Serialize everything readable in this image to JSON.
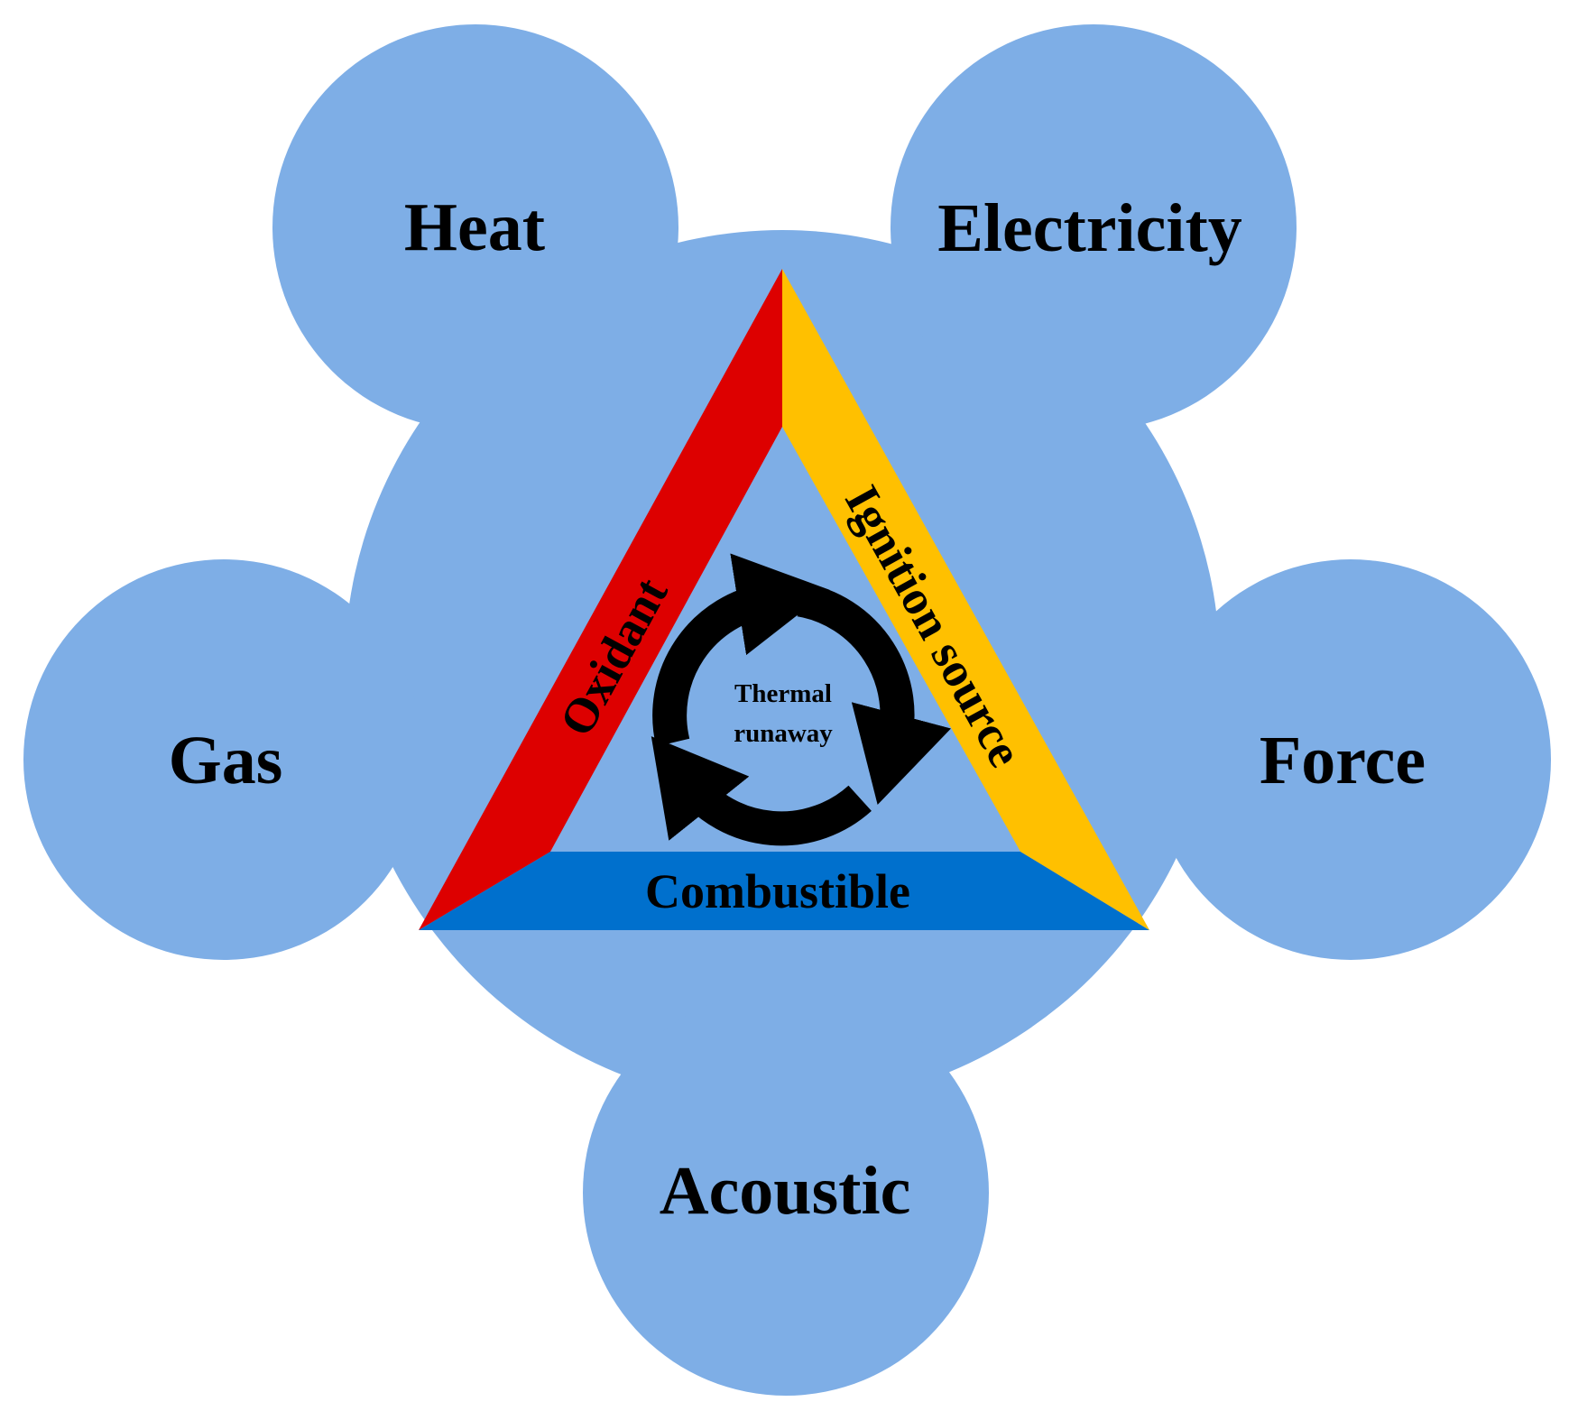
{
  "colors": {
    "background": "#ffffff",
    "bubble": "#7eaee6",
    "oxidant_bar": "#dd0000",
    "ignition_bar": "#ffc000",
    "combustible_bar": "#0070cd",
    "cycle_arrows": "#000000",
    "center_text": "#ff0000",
    "label_text": "#000000",
    "combustible_text": "#0a1a33"
  },
  "icons": [
    "cycle-arrows-icon"
  ],
  "outer_labels": {
    "heat": "Heat",
    "electricity": "Electricity",
    "gas": "Gas",
    "force": "Force",
    "acoustic": "Acoustic"
  },
  "triangle": {
    "oxidant": "Oxidant",
    "ignition_source": "Ignition source",
    "combustible": "Combustible"
  },
  "center": {
    "line1": "Thermal",
    "line2": "runaway"
  }
}
